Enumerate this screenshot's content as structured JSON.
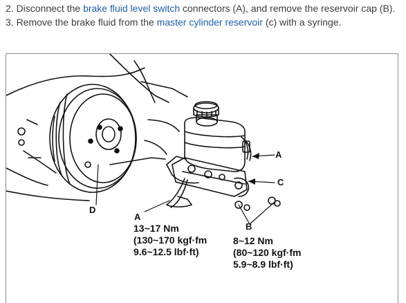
{
  "instructions": {
    "step2": {
      "prefix": "2. Disconnect the ",
      "link": "brake fluid level switch",
      "suffix": " connectors (A), and remove the reservoir cap (B)."
    },
    "step3": {
      "prefix": "3. Remove the brake fluid from the ",
      "link": "master cylinder reservoir",
      "suffix": " (c) with a syringe."
    }
  },
  "figure": {
    "callouts": {
      "a_right": "A",
      "c_right": "C",
      "d_left": "D",
      "a_bottom": "A",
      "b_bottom": "B"
    },
    "torque_a": {
      "line1": "13~17 Nm",
      "line2": "(130~170 kgf·fm",
      "line3": "9.6~12.5 lbf·ft)"
    },
    "torque_b": {
      "line1": "8~12 Nm",
      "line2": "(80~120 kgf·fm",
      "line3": "5.9~8.9 lbf·ft)"
    }
  },
  "colors": {
    "link": "#1f5fa8",
    "text": "#3c3c3c",
    "linework": "#111111"
  }
}
